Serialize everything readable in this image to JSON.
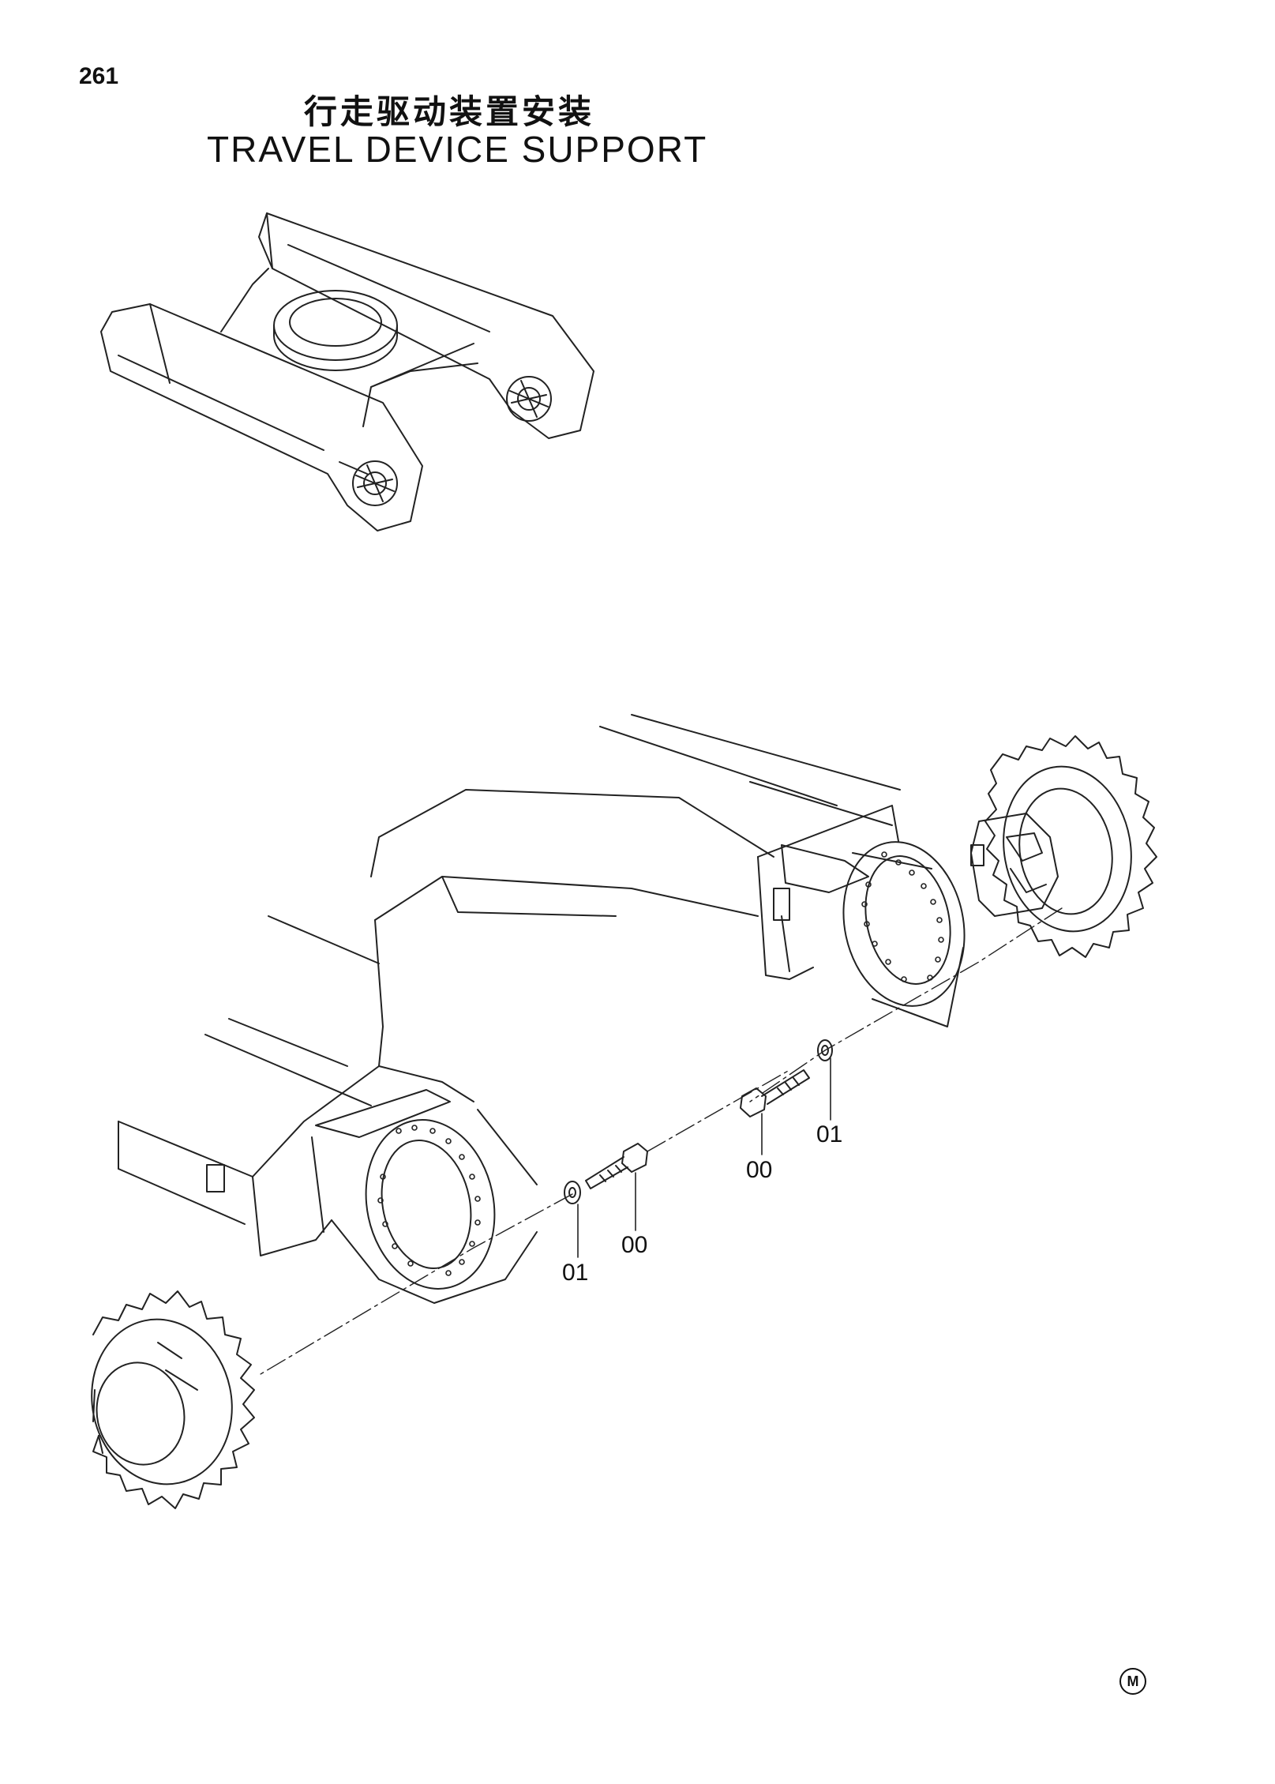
{
  "page": {
    "number": "261",
    "title_cn": "行走驱动装置安装",
    "title_en": "TRAVEL DEVICE SUPPORT"
  },
  "callouts": {
    "bolt_right": "00",
    "washer_right": "01",
    "bolt_left": "00",
    "washer_left": "01"
  },
  "mark": "M"
}
